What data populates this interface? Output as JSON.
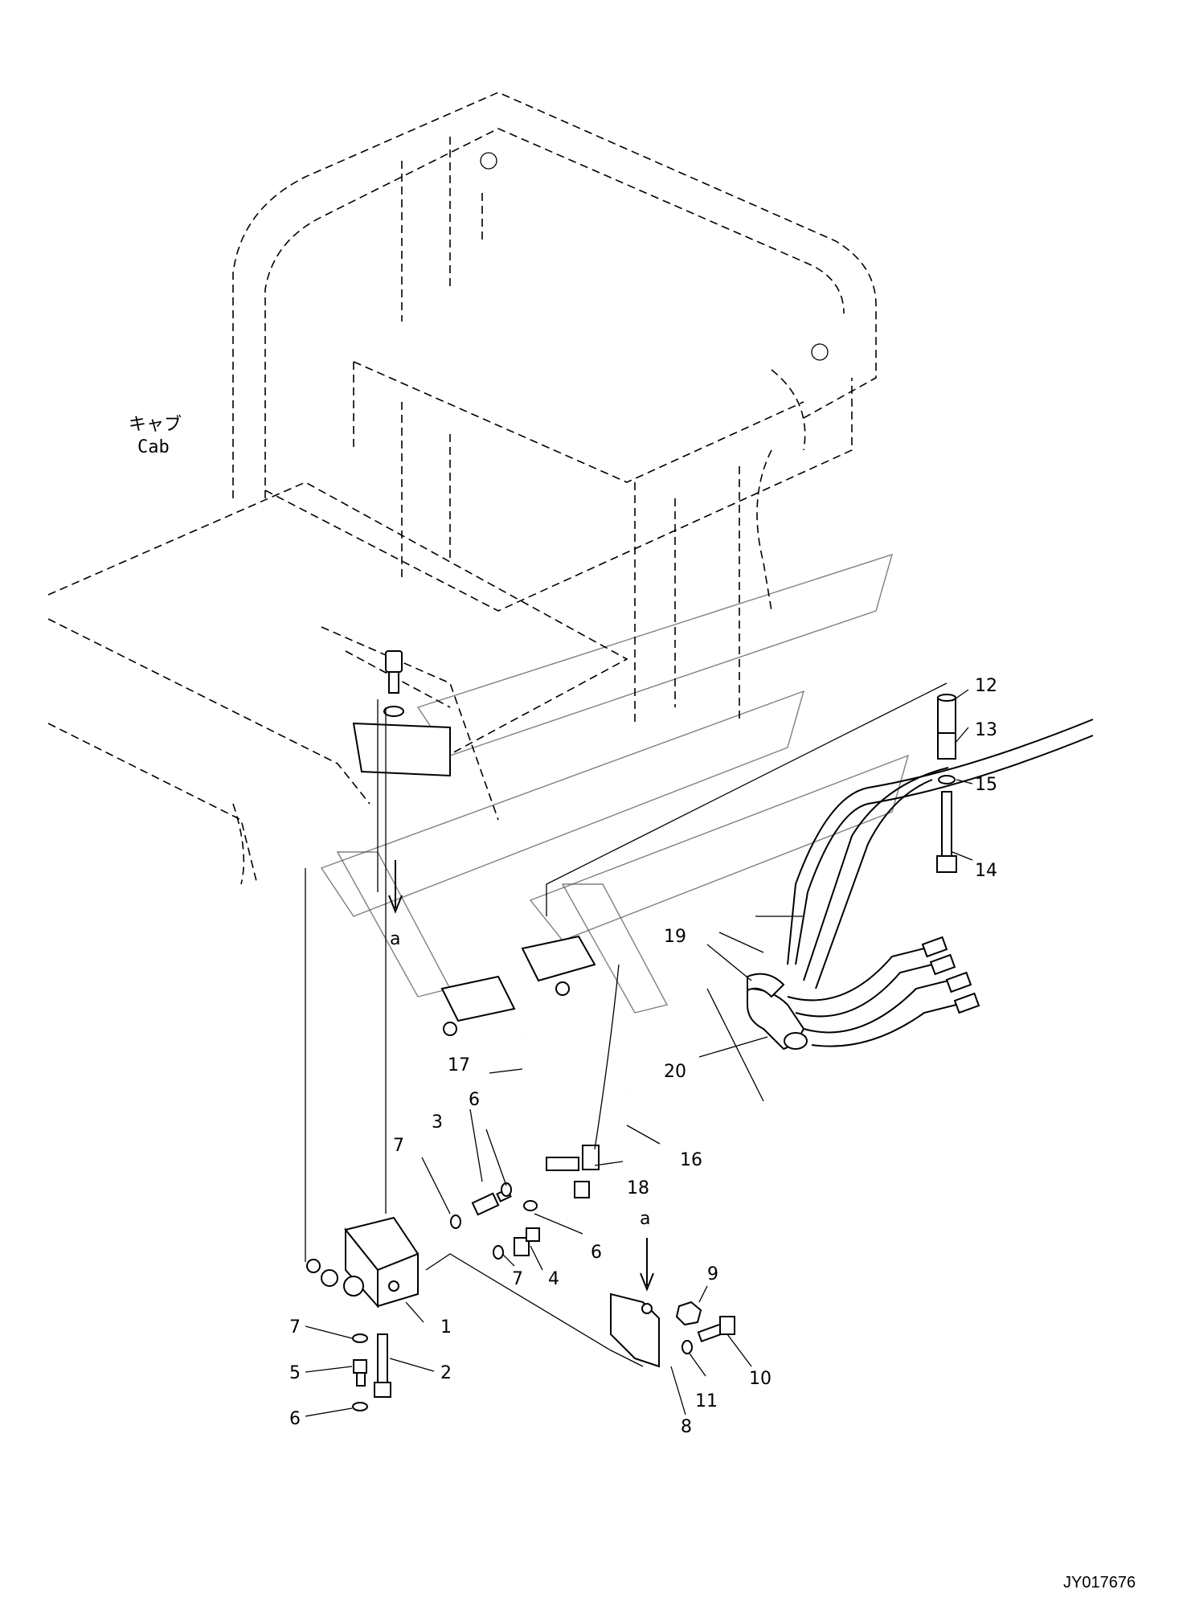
{
  "cab_label": {
    "jp": "キャブ",
    "en": "Cab"
  },
  "drawing_code": "JY017676",
  "view_marker": {
    "top": "a",
    "bottom": "a"
  },
  "callouts": {
    "c1": "1",
    "c2": "2",
    "c3": "3",
    "c4": "4",
    "c5": "5",
    "c6a": "6",
    "c6b": "6",
    "c6c": "6",
    "c7a": "7",
    "c7b": "7",
    "c7c": "7",
    "c8": "8",
    "c9": "9",
    "c10": "10",
    "c11": "11",
    "c12": "12",
    "c13": "13",
    "c14": "14",
    "c15": "15",
    "c16": "16",
    "c17": "17",
    "c18": "18",
    "c19": "19",
    "c20": "20"
  }
}
